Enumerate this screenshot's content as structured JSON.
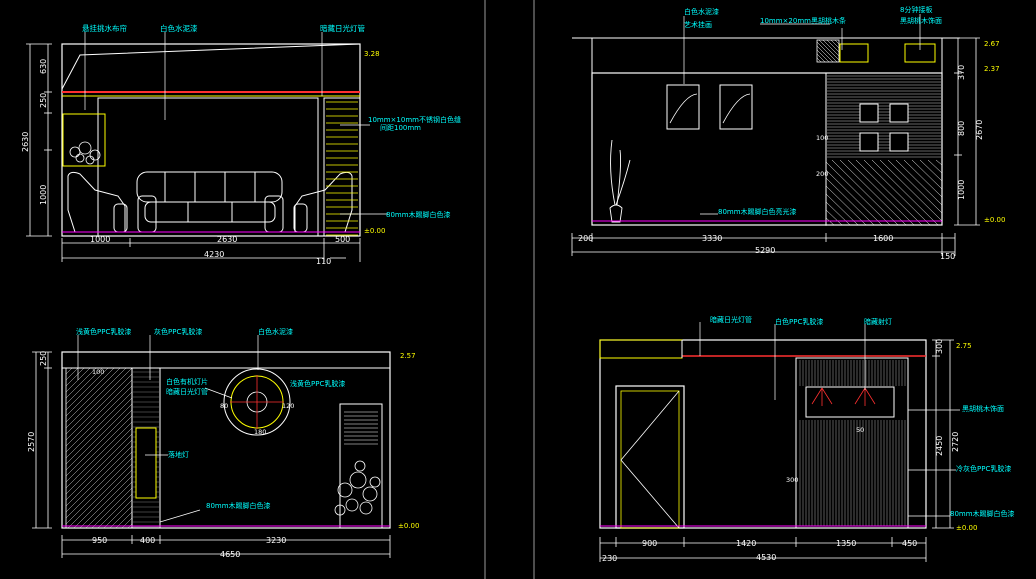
{
  "colors": {
    "background": "#000000",
    "wall": "#FFFFFF",
    "dim": "#FFFFFF",
    "cyan": "#00FFFF",
    "yellow": "#FFFF00",
    "green": "#00FF00",
    "red": "#FF2020",
    "magenta": "#FF00FF",
    "grey": "#808080",
    "divider": "#A0A0A0"
  },
  "tl": {
    "label_top_1": "悬挂挑水布帘",
    "label_top_2": "白色水泥漆",
    "label_top_3": "暗藏日光灯管",
    "label_side_1": "10mm×10mm不锈钢白色缝",
    "label_side_2": "间距100mm",
    "label_bottom_right": "80mm木踢脚白色漆",
    "level_top": "3.28",
    "level_bottom": "±0.00",
    "dim_h": [
      "1000",
      "2630",
      "500"
    ],
    "dim_total": "4230",
    "dim_small": "110",
    "dim_v": [
      "630",
      "250",
      "2630",
      "1000"
    ]
  },
  "tr": {
    "label_top_1": "白色水泥漆",
    "label_top_2": "艺术挂画",
    "label_top_3": "10mm×20mm黑胡桃木条",
    "label_top_4": "8分钟接板",
    "label_top_5": "黑胡桃木饰面",
    "label_bottom": "80mm木踢脚白色亮光漆",
    "label_mid_1": "100",
    "label_mid_2": "200",
    "level_top_1": "2.67",
    "level_top_2": "2.37",
    "level_bottom": "±0.00",
    "dim_h": [
      "200",
      "3330",
      "1600"
    ],
    "dim_total": "5290",
    "dim_small": "150",
    "dim_v": [
      "370",
      "800",
      "2670",
      "1000"
    ]
  },
  "bl": {
    "label_1": "浅黄色PPC乳胶漆",
    "label_2": "灰色PPC乳胶漆",
    "label_3": "白色水泥漆",
    "label_4": "白色有机灯片",
    "label_5": "暗藏日光灯管",
    "label_6": "浅黄色PPC乳胶漆",
    "label_7": "落地灯",
    "label_8": "80mm木踢脚白色漆",
    "label_100": "100",
    "label_80": "80",
    "label_120": "120",
    "label_180": "180",
    "level_top": "2.57",
    "level_bottom": "±0.00",
    "dim_h": [
      "950",
      "400",
      "3230"
    ],
    "dim_total": "4650",
    "dim_v": [
      "250",
      "2570"
    ]
  },
  "br": {
    "label_1": "暗藏日光灯管",
    "label_2": "白色PPC乳胶漆",
    "label_3": "暗藏射灯",
    "label_4": "黑胡桃木饰面",
    "label_5": "冷灰色PPC乳胶漆",
    "label_6": "80mm木踢脚白色漆",
    "label_50": "50",
    "label_300": "300",
    "level_top": "2.75",
    "level_bottom": "±0.00",
    "dim_h": [
      "230",
      "900",
      "1420",
      "1350",
      "450"
    ],
    "dim_total": "4530",
    "dim_v": [
      "300",
      "2450",
      "2720"
    ]
  }
}
